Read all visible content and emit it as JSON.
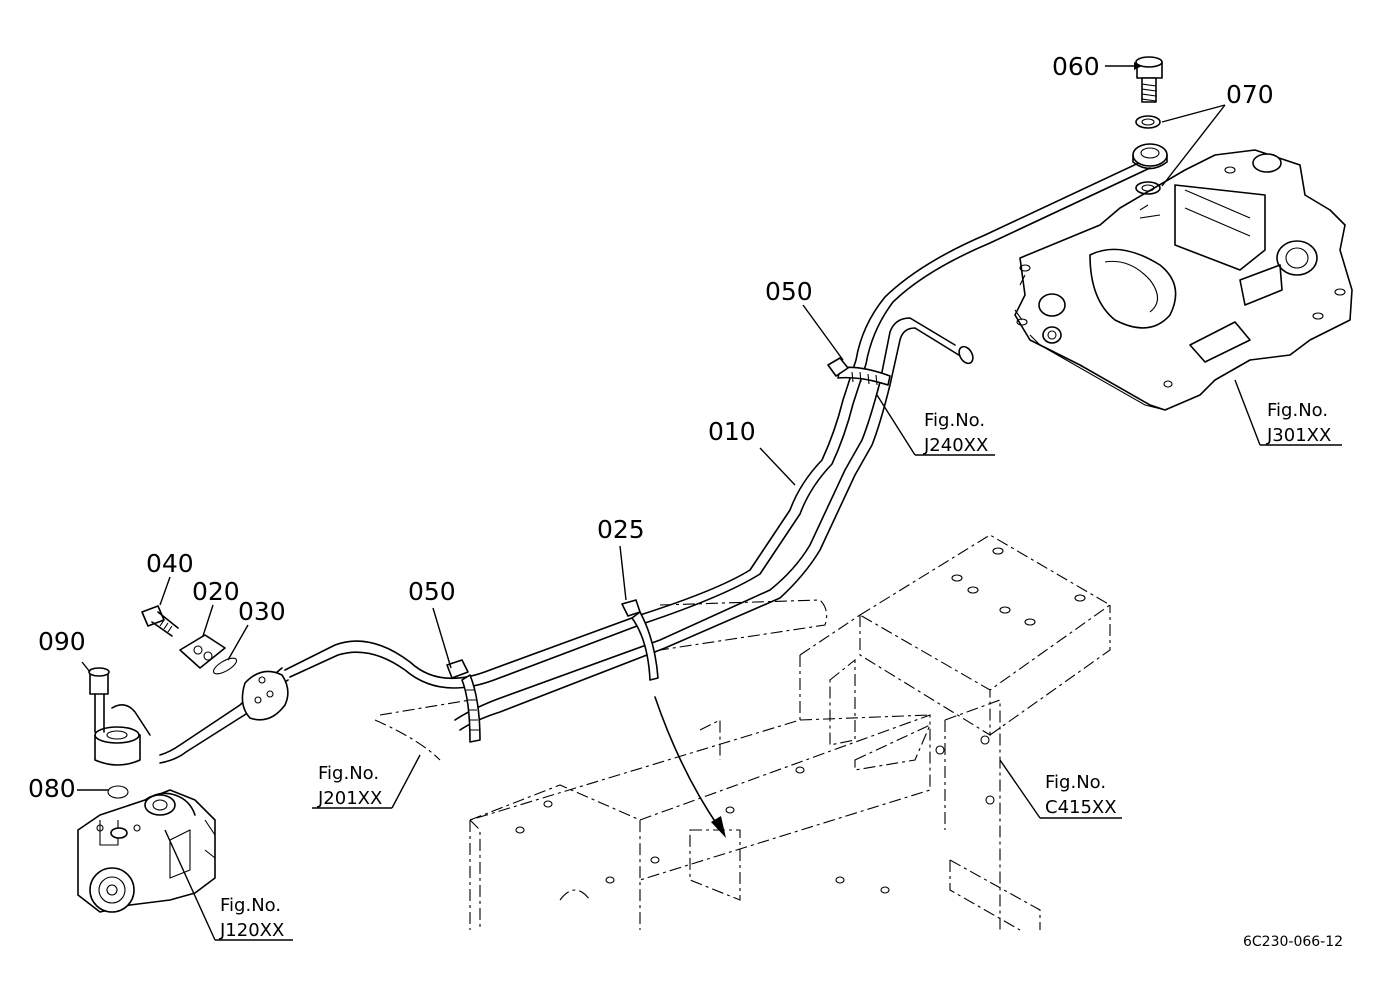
{
  "part_numbers": {
    "p010": "010",
    "p020": "020",
    "p025": "025",
    "p030": "030",
    "p040": "040",
    "p050_upper": "050",
    "p050_lower": "050",
    "p060": "060",
    "p070": "070",
    "p080": "080",
    "p090": "090"
  },
  "figure_refs": {
    "j240": {
      "label": "Fig.No.",
      "code": "J240XX"
    },
    "j301": {
      "label": "Fig.No.",
      "code": "J301XX"
    },
    "j201": {
      "label": "Fig.No.",
      "code": "J201XX"
    },
    "c415": {
      "label": "Fig.No.",
      "code": "C415XX"
    },
    "j120": {
      "label": "Fig.No.",
      "code": "J120XX"
    }
  },
  "drawing_code": "6C230-066-12"
}
